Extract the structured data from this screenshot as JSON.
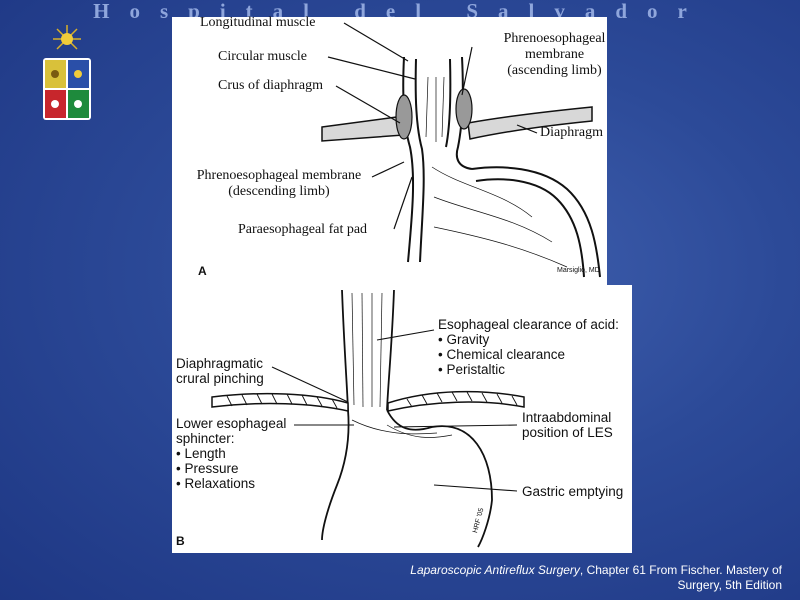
{
  "header": {
    "title": "Hospital del Salvador"
  },
  "figure_a": {
    "tag": "A",
    "labels": {
      "longitudinal_muscle": "Longitudinal muscle",
      "circular_muscle": "Circular muscle",
      "crus_of_diaphragm": "Crus of diaphragm",
      "phreno_ascending_1": "Phrenoesophageal",
      "phreno_ascending_2": "membrane",
      "phreno_ascending_3": "(ascending limb)",
      "diaphragm": "Diaphragm",
      "phreno_descending_1": "Phrenoesophageal membrane",
      "phreno_descending_2": "(descending limb)",
      "fat_pad": "Paraesophageal fat pad",
      "signature": "Marsiglio, MD"
    }
  },
  "figure_b": {
    "tag": "B",
    "labels": {
      "clearance_title": "Esophageal clearance of acid:",
      "clearance_items": [
        "• Gravity",
        "• Chemical clearance",
        "• Peristaltic"
      ],
      "crural_1": "Diaphragmatic",
      "crural_2": "crural pinching",
      "les_title_1": "Lower esophageal",
      "les_title_2": "sphincter:",
      "les_items": [
        "• Length",
        "• Pressure",
        "• Relaxations"
      ],
      "intra_1": "Intraabdominal",
      "intra_2": "position of LES",
      "gastric": "Gastric emptying",
      "signature": "HRF '05"
    }
  },
  "caption": {
    "italic_part": "Laparoscopic Antireflux Surgery",
    "rest": ", Chapter 61 From Fischer. Mastery of Surgery, 5th Edition"
  },
  "colors": {
    "background": "#2c4a98",
    "header_text": "#8fa6dc",
    "caption_text": "#ffffff"
  }
}
